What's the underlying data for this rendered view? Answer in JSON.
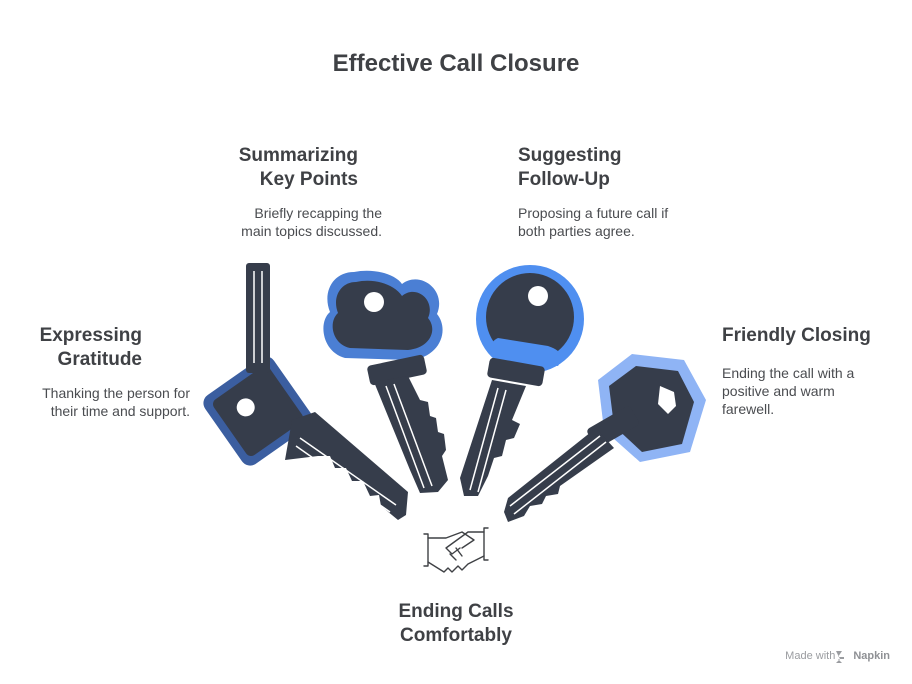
{
  "title": "Effective Call Closure",
  "items": [
    {
      "heading": "Expressing\nGratitude",
      "text": "Thanking the person for\ntheir time and support.",
      "color": "#3b5ea0"
    },
    {
      "heading": "Summarizing\nKey Points",
      "text": "Briefly recapping the\nmain topics discussed.",
      "color": "#4b7fd4"
    },
    {
      "heading": "Suggesting\nFollow-Up",
      "text": "Proposing a future call if\nboth parties agree.",
      "color": "#4f8ff0"
    },
    {
      "heading": "Friendly Closing",
      "text": "Ending the call with a\npositive and warm\nfarewell.",
      "color": "#8fb4f5"
    }
  ],
  "center_label": "Ending Calls\nComfortably",
  "credit": {
    "prefix": "Made with",
    "brand": "Napkin"
  },
  "colors": {
    "key_body": "#363d4b",
    "outline": "#ffffff"
  }
}
